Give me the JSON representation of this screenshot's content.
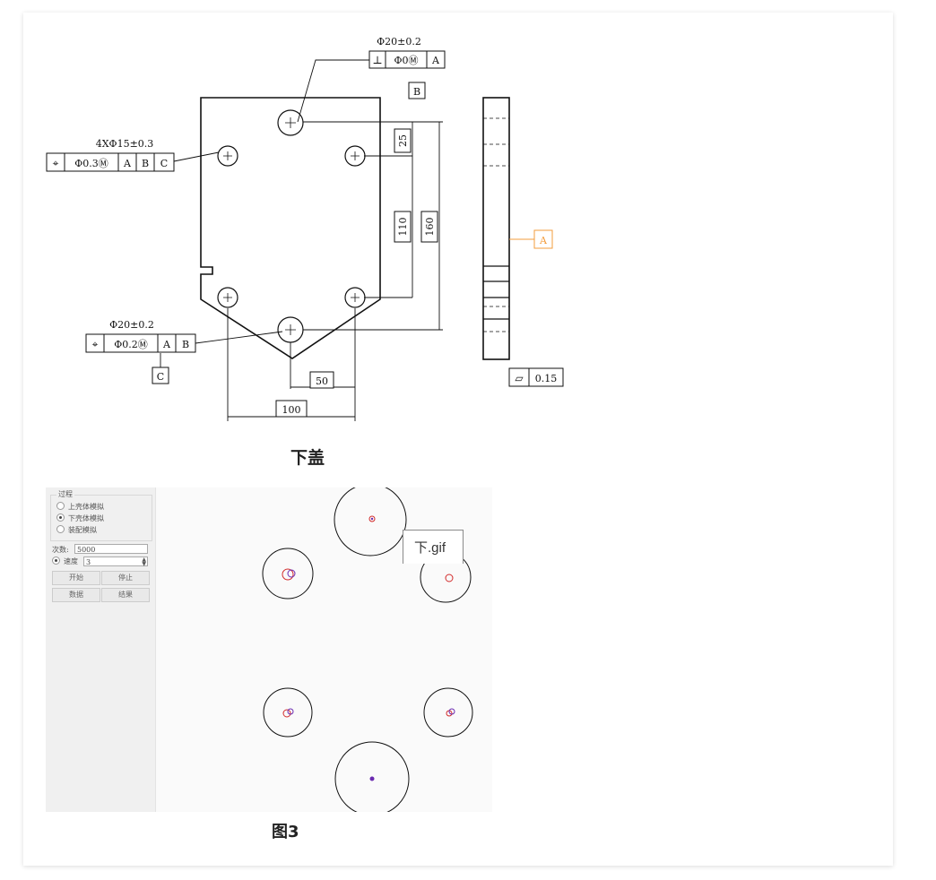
{
  "drawing": {
    "top_tolerance": "Φ20±0.2",
    "top_frame": [
      "⊥",
      "Φ0Ⓜ",
      "A"
    ],
    "top_datum": "B",
    "left_tolerance": "4XΦ15±0.3",
    "left_frame": [
      "⌖",
      "Φ0.3Ⓜ",
      "A",
      "B",
      "C"
    ],
    "bottom_tolerance": "Φ20±0.2",
    "bottom_frame": [
      "⌖",
      "Φ0.2Ⓜ",
      "A",
      "B"
    ],
    "bottom_datum": "C",
    "dims": {
      "d25": "25",
      "d110": "110",
      "d160": "160",
      "d50": "50",
      "d100": "100"
    },
    "side_datum": "A",
    "flatness_frame": [
      "▱",
      "0.15"
    ],
    "accent_color": "#f39c3c"
  },
  "captions": {
    "drawing": "下盖",
    "figure": "图3"
  },
  "simulation": {
    "group_title": "过程",
    "options": [
      {
        "label": "上壳体模拟",
        "selected": false
      },
      {
        "label": "下壳体模拟",
        "selected": true
      },
      {
        "label": "装配模拟",
        "selected": false
      }
    ],
    "count_label": "次数:",
    "count_value": "5000",
    "speed_label": "速度",
    "speed_value": "3",
    "buttons": {
      "start": "开始",
      "stop": "停止",
      "data": "数据",
      "result": "结果"
    },
    "colors": {
      "hole_outline": "#111111",
      "marker_red": "#d22a2a",
      "marker_purple": "#6a2ab0"
    }
  },
  "tooltip": {
    "text": "下.gif"
  }
}
